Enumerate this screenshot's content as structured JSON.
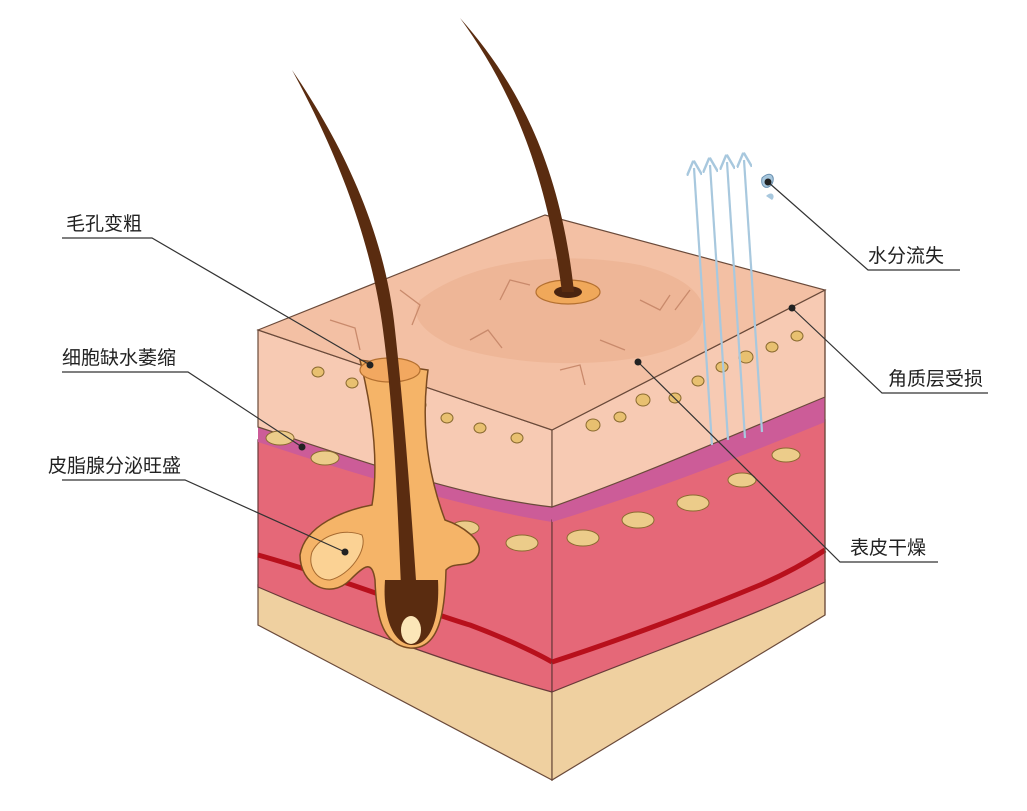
{
  "labels": {
    "pore": "毛孔变粗",
    "cell_dehydration": "细胞缺水萎缩",
    "sebum": "皮脂腺分泌旺盛",
    "water_loss": "水分流失",
    "stratum_corneum": "角质层受损",
    "epidermis_dry": "表皮干燥"
  },
  "colors": {
    "skin_surface": "#f3c0a4",
    "epidermis": "#f7cab3",
    "basal_band": "#cc5c98",
    "dermis": "#e56878",
    "blood_vessel": "#b8101c",
    "subcutis": "#efd0a0",
    "hair": "#5a2c10",
    "sebaceous": "#f5b468",
    "water_arrow": "#a8c8de",
    "leader_line": "#333333"
  },
  "icons": {
    "water_drop": "water-drop-icon"
  }
}
